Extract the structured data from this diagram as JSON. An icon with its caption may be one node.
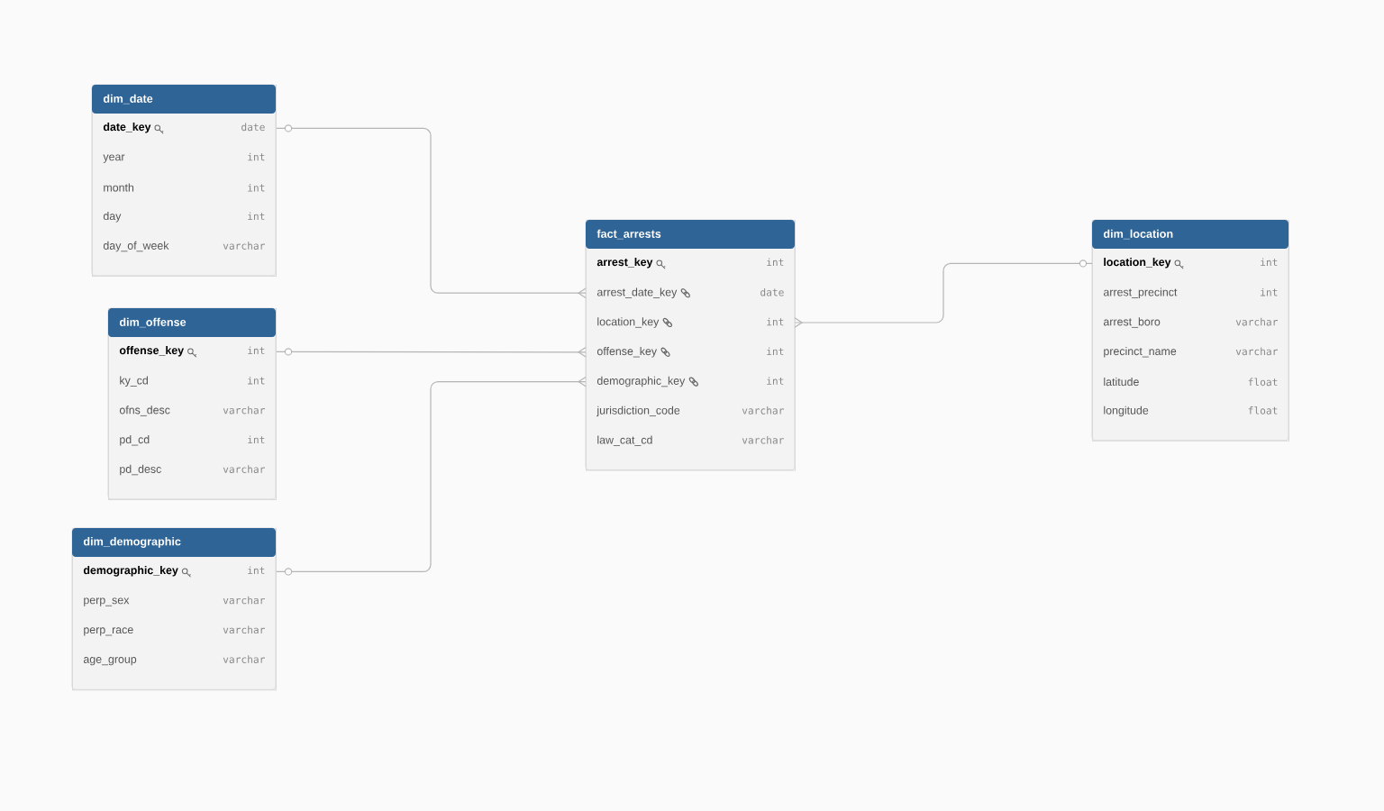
{
  "diagram": {
    "nodes": [
      {
        "text": [
          "dim_date"
        ]
      },
      {
        "text": [
          "date_key",
          "date"
        ],
        "in": 0
      },
      {
        "text": [
          "year",
          "int"
        ],
        "in": 0
      },
      {
        "text": [
          "month",
          "int"
        ],
        "in": 0
      },
      {
        "text": [
          "day",
          "int"
        ],
        "in": 0
      },
      {
        "text": [
          "day_of_week",
          "varchar"
        ],
        "in": 0
      },
      {
        "text": [
          "dim_offense"
        ]
      },
      {
        "text": [
          "offense_key",
          "int"
        ],
        "in": 6
      },
      {
        "text": [
          "ky_cd",
          "int"
        ],
        "in": 6
      },
      {
        "text": [
          "ofns_desc",
          "varchar"
        ],
        "in": 6
      },
      {
        "text": [
          "pd_cd",
          "int"
        ],
        "in": 6
      },
      {
        "text": [
          "pd_desc",
          "varchar"
        ],
        "in": 6
      },
      {
        "text": [
          "dim_demographic"
        ]
      },
      {
        "text": [
          "demographic_key",
          "int"
        ],
        "in": 12
      },
      {
        "text": [
          "perp_sex",
          "varchar"
        ],
        "in": 12
      },
      {
        "text": [
          "perp_race",
          "varchar"
        ],
        "in": 12
      },
      {
        "text": [
          "age_group",
          "varchar"
        ],
        "in": 12
      },
      {
        "text": [
          "fact_arrests"
        ]
      },
      {
        "text": [
          "arrest_key",
          "int"
        ],
        "in": 17
      },
      {
        "text": [
          "arrest_date_key",
          "date"
        ],
        "in": 17
      },
      {
        "text": [
          "location_key",
          "int"
        ],
        "in": 17
      },
      {
        "text": [
          "offense_key",
          "int"
        ],
        "in": 17
      },
      {
        "text": [
          "demographic_key",
          "int"
        ],
        "in": 17
      },
      {
        "text": [
          "jurisdiction_code",
          "varchar"
        ],
        "in": 17
      },
      {
        "text": [
          "law_cat_cd",
          "varchar"
        ],
        "in": 17
      },
      {
        "text": [
          "dim_location"
        ]
      },
      {
        "text": [
          "location_key",
          "int"
        ],
        "in": 25
      },
      {
        "text": [
          "arrest_precinct",
          "int"
        ],
        "in": 25
      },
      {
        "text": [
          "arrest_boro",
          "varchar"
        ],
        "in": 25
      },
      {
        "text": [
          "precinct_name",
          "varchar"
        ],
        "in": 25
      },
      {
        "text": [
          "latitude",
          "float"
        ],
        "in": 25
      },
      {
        "text": [
          "longitude",
          "float"
        ],
        "in": 25
      }
    ],
    "edges": [
      {
        "from": 1,
        "to": 19,
        "arrow": "other"
      },
      {
        "from": 7,
        "to": 21,
        "arrow": "other"
      },
      {
        "from": 13,
        "to": 22,
        "arrow": "other"
      },
      {
        "from": 26,
        "to": 20,
        "arrow": "other"
      }
    ]
  }
}
